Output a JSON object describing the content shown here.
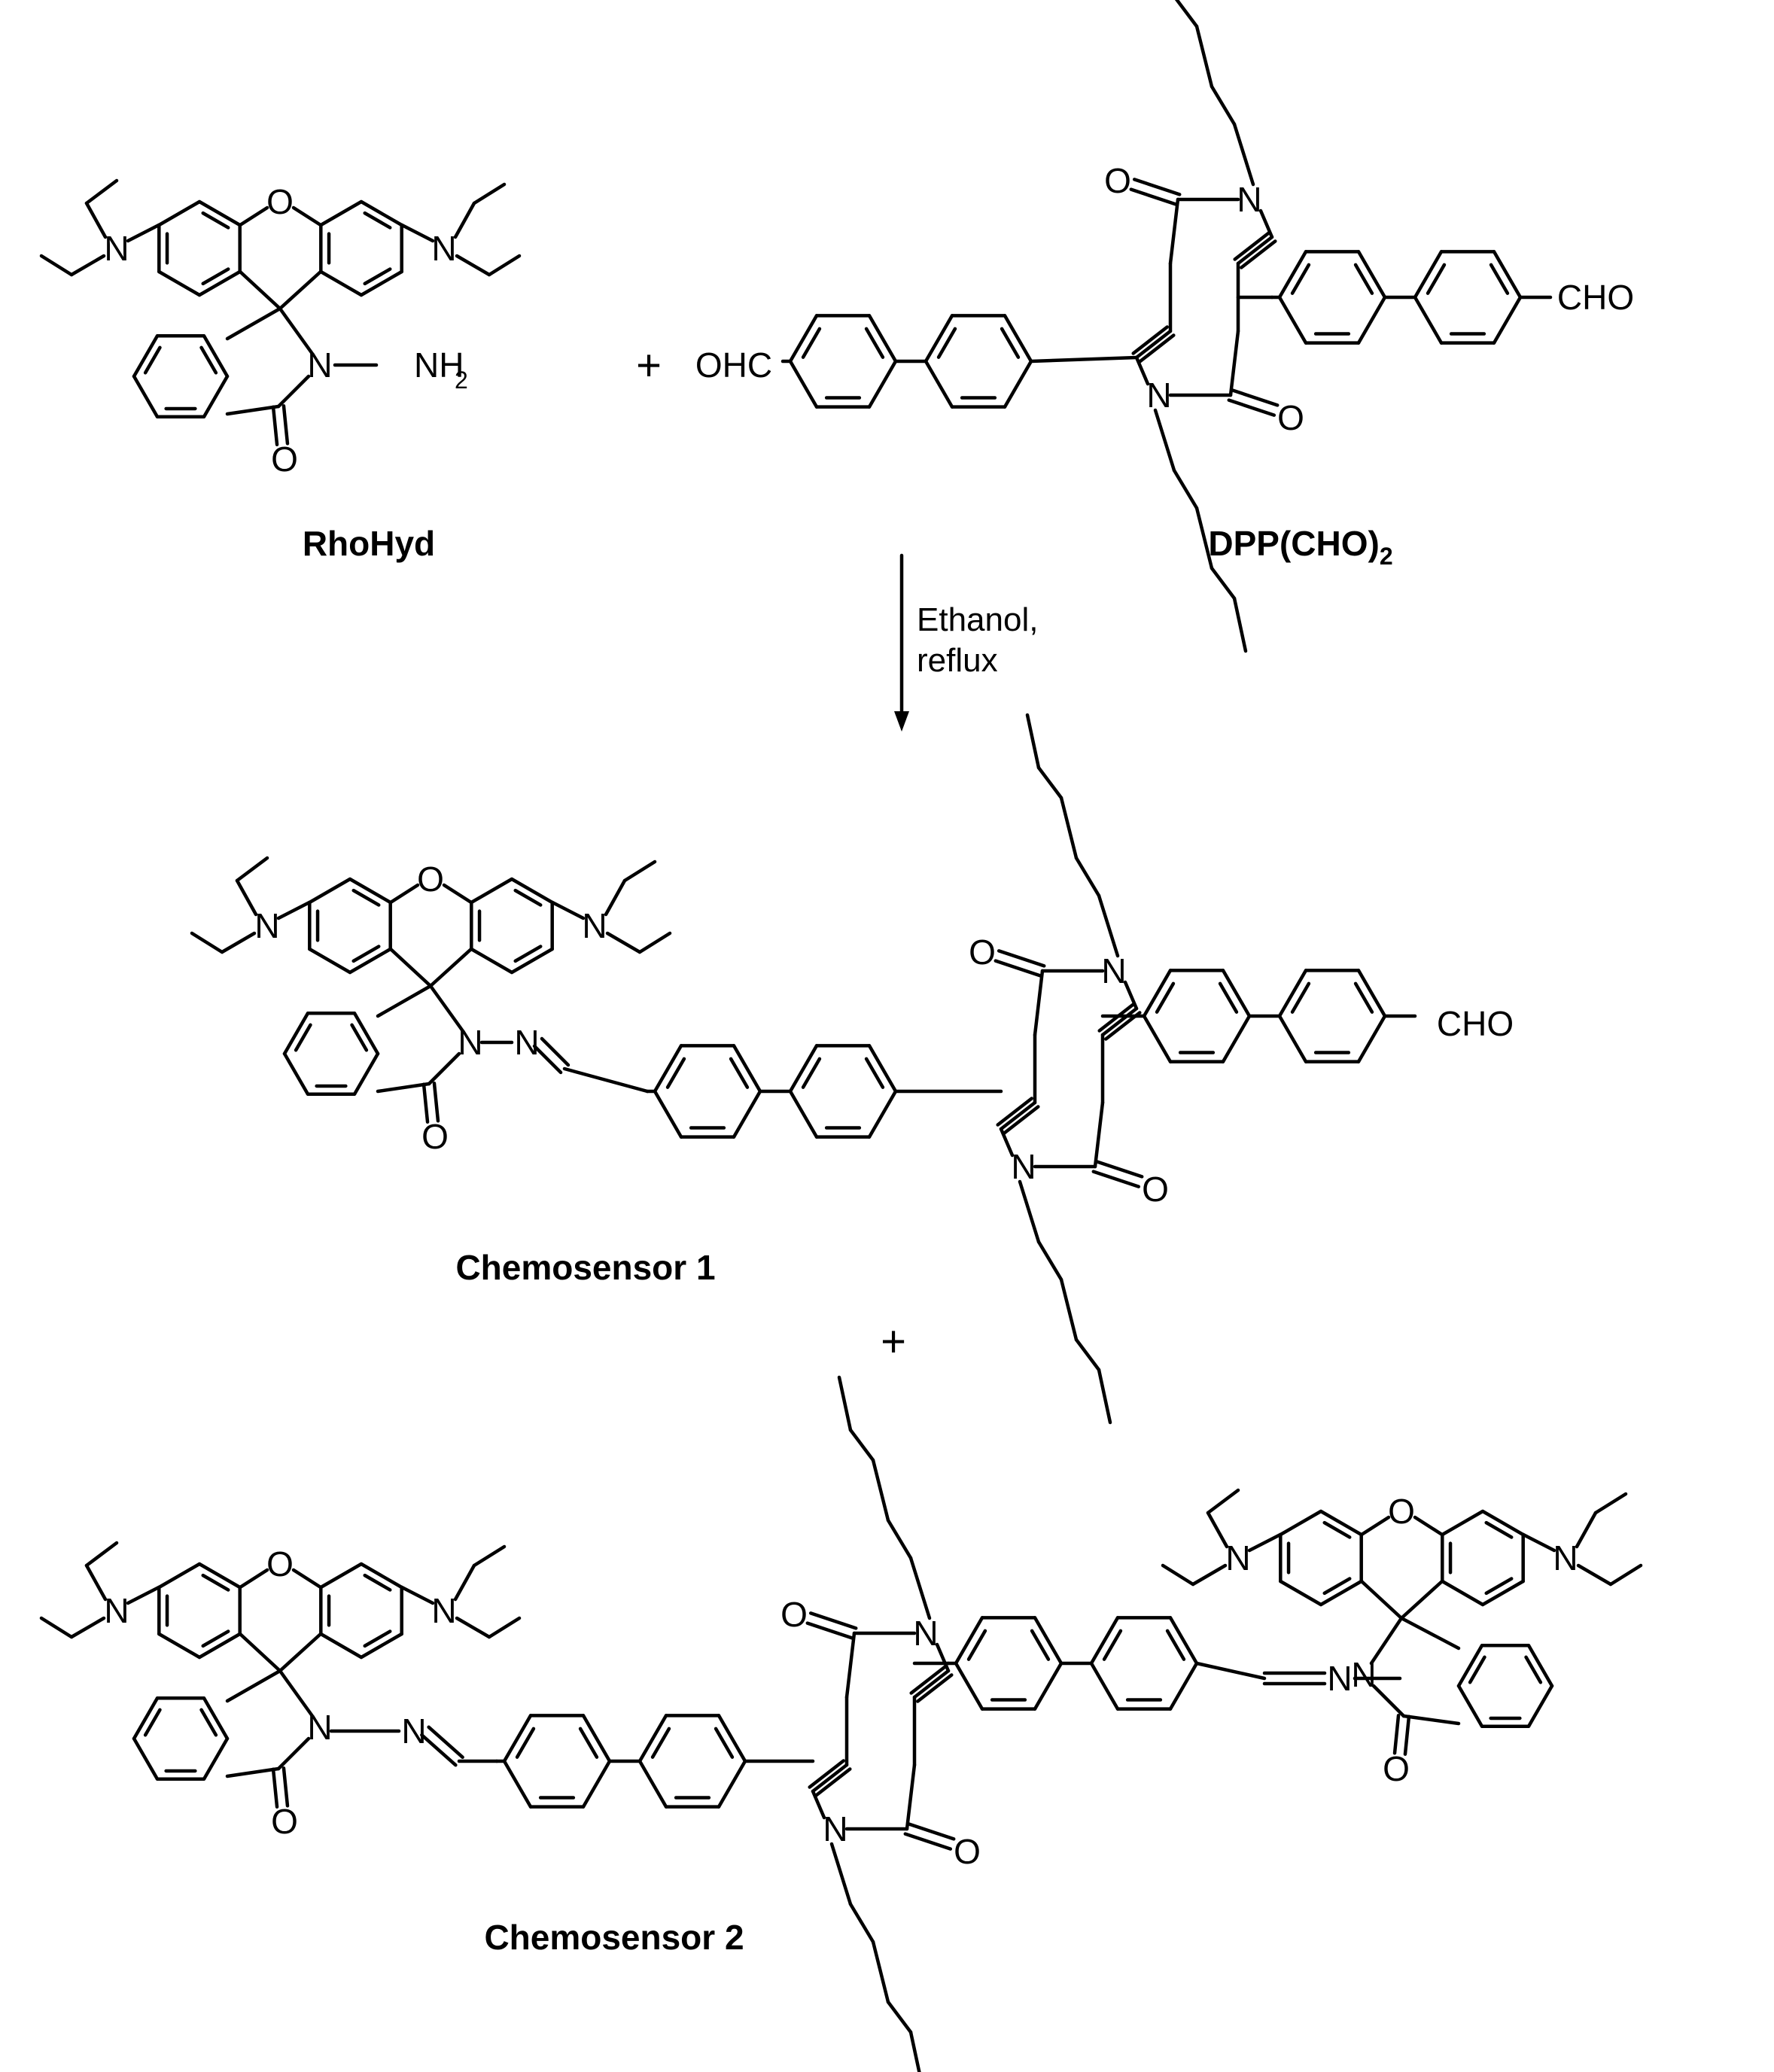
{
  "labels": {
    "reactant1": "RhoHyd",
    "reactant2_main": "DPP(CHO)",
    "reactant2_sub": "2",
    "product1": "Chemosensor 1",
    "product2": "Chemosensor 2"
  },
  "conditions": {
    "line1": "Ethanol,",
    "line2": "reflux"
  },
  "plus": "+",
  "atoms": {
    "N": "N",
    "O": "O",
    "NH": "NH",
    "H2_sub": "2",
    "OHC": "OHC",
    "CHO": "CHO"
  }
}
